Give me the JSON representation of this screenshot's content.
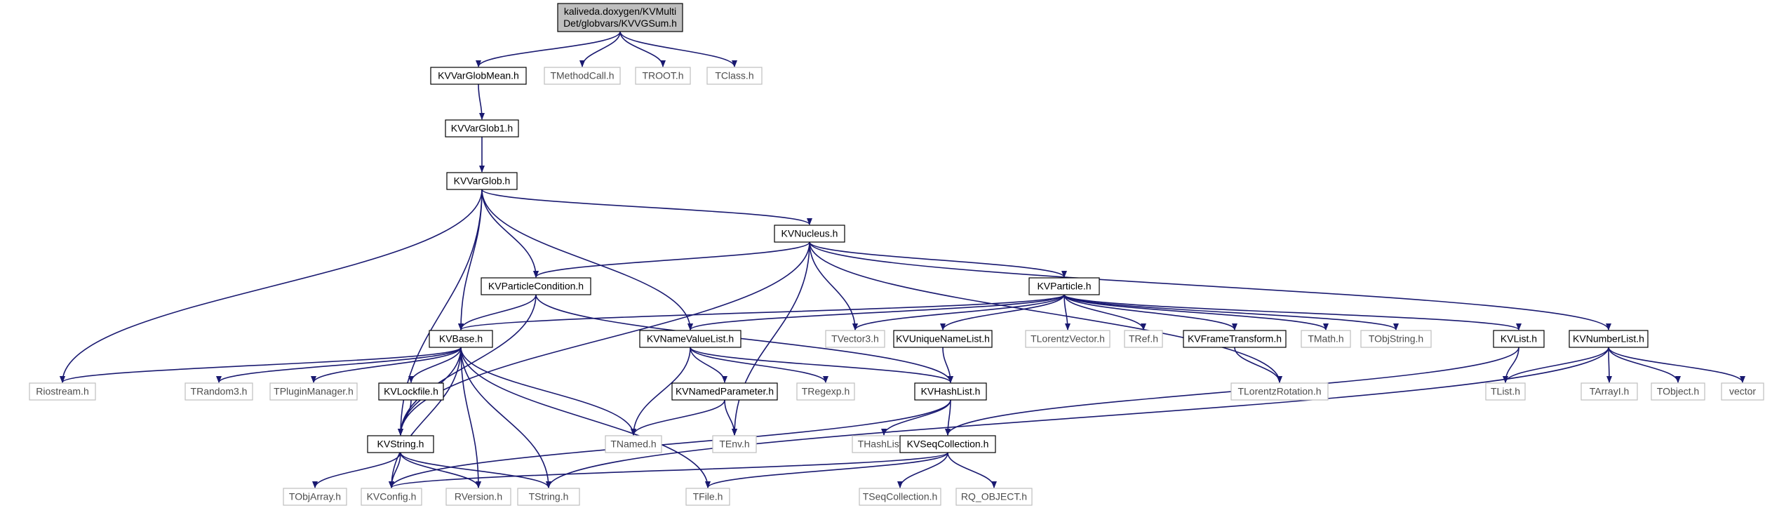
{
  "colors": {
    "edge": "#191970",
    "node_border": "#000000",
    "node_external_border": "#bfbfbf",
    "node_text": "#000000",
    "node_external_text": "#4d4d4d",
    "root_fill": "#bfbfbf",
    "node_fill": "#ffffff"
  },
  "nodes": [
    {
      "id": "root",
      "lines": [
        "kaliveda.doxygen/KVMulti",
        "Det/globvars/KVVGSum.h"
      ],
      "kind": "root"
    },
    {
      "id": "KVVarGlobMean",
      "lines": [
        "KVVarGlobMean.h"
      ],
      "kind": "doc"
    },
    {
      "id": "TMethodCall",
      "lines": [
        "TMethodCall.h"
      ],
      "kind": "ext"
    },
    {
      "id": "TROOT",
      "lines": [
        "TROOT.h"
      ],
      "kind": "ext"
    },
    {
      "id": "TClass",
      "lines": [
        "TClass.h"
      ],
      "kind": "ext"
    },
    {
      "id": "KVVarGlob1",
      "lines": [
        "KVVarGlob1.h"
      ],
      "kind": "doc"
    },
    {
      "id": "KVVarGlob",
      "lines": [
        "KVVarGlob.h"
      ],
      "kind": "doc"
    },
    {
      "id": "KVNucleus",
      "lines": [
        "KVNucleus.h"
      ],
      "kind": "doc"
    },
    {
      "id": "KVParticleCondition",
      "lines": [
        "KVParticleCondition.h"
      ],
      "kind": "doc"
    },
    {
      "id": "KVParticle",
      "lines": [
        "KVParticle.h"
      ],
      "kind": "doc"
    },
    {
      "id": "KVBase",
      "lines": [
        "KVBase.h"
      ],
      "kind": "doc"
    },
    {
      "id": "KVNameValueList",
      "lines": [
        "KVNameValueList.h"
      ],
      "kind": "doc"
    },
    {
      "id": "TVector3",
      "lines": [
        "TVector3.h"
      ],
      "kind": "ext"
    },
    {
      "id": "KVUniqueNameList",
      "lines": [
        "KVUniqueNameList.h"
      ],
      "kind": "doc"
    },
    {
      "id": "TLorentzVector",
      "lines": [
        "TLorentzVector.h"
      ],
      "kind": "ext"
    },
    {
      "id": "TRef",
      "lines": [
        "TRef.h"
      ],
      "kind": "ext"
    },
    {
      "id": "KVFrameTransform",
      "lines": [
        "KVFrameTransform.h"
      ],
      "kind": "doc"
    },
    {
      "id": "TMath",
      "lines": [
        "TMath.h"
      ],
      "kind": "ext"
    },
    {
      "id": "TObjString",
      "lines": [
        "TObjString.h"
      ],
      "kind": "ext"
    },
    {
      "id": "KVList",
      "lines": [
        "KVList.h"
      ],
      "kind": "doc"
    },
    {
      "id": "KVNumberList",
      "lines": [
        "KVNumberList.h"
      ],
      "kind": "doc"
    },
    {
      "id": "Riostream",
      "lines": [
        "Riostream.h"
      ],
      "kind": "ext"
    },
    {
      "id": "TRandom3",
      "lines": [
        "TRandom3.h"
      ],
      "kind": "ext"
    },
    {
      "id": "TPluginManager",
      "lines": [
        "TPluginManager.h"
      ],
      "kind": "ext"
    },
    {
      "id": "KVLockfile",
      "lines": [
        "KVLockfile.h"
      ],
      "kind": "doc"
    },
    {
      "id": "KVNamedParameter",
      "lines": [
        "KVNamedParameter.h"
      ],
      "kind": "doc"
    },
    {
      "id": "TRegexp",
      "lines": [
        "TRegexp.h"
      ],
      "kind": "ext"
    },
    {
      "id": "KVHashList",
      "lines": [
        "KVHashList.h"
      ],
      "kind": "doc"
    },
    {
      "id": "TLorentzRotation",
      "lines": [
        "TLorentzRotation.h"
      ],
      "kind": "ext"
    },
    {
      "id": "TList",
      "lines": [
        "TList.h"
      ],
      "kind": "ext"
    },
    {
      "id": "TArrayI",
      "lines": [
        "TArrayI.h"
      ],
      "kind": "ext"
    },
    {
      "id": "TObject",
      "lines": [
        "TObject.h"
      ],
      "kind": "ext"
    },
    {
      "id": "vector",
      "lines": [
        "vector"
      ],
      "kind": "ext"
    },
    {
      "id": "KVString",
      "lines": [
        "KVString.h"
      ],
      "kind": "doc"
    },
    {
      "id": "TNamed",
      "lines": [
        "TNamed.h"
      ],
      "kind": "ext"
    },
    {
      "id": "TEnv",
      "lines": [
        "TEnv.h"
      ],
      "kind": "ext"
    },
    {
      "id": "THashList",
      "lines": [
        "THashList.h"
      ],
      "kind": "ext"
    },
    {
      "id": "KVSeqCollection",
      "lines": [
        "KVSeqCollection.h"
      ],
      "kind": "doc"
    },
    {
      "id": "TObjArray",
      "lines": [
        "TObjArray.h"
      ],
      "kind": "ext"
    },
    {
      "id": "KVConfig",
      "lines": [
        "KVConfig.h"
      ],
      "kind": "ext"
    },
    {
      "id": "RVersion",
      "lines": [
        "RVersion.h"
      ],
      "kind": "ext"
    },
    {
      "id": "TString",
      "lines": [
        "TString.h"
      ],
      "kind": "ext"
    },
    {
      "id": "TFile",
      "lines": [
        "TFile.h"
      ],
      "kind": "ext"
    },
    {
      "id": "TSeqCollection",
      "lines": [
        "TSeqCollection.h"
      ],
      "kind": "ext"
    },
    {
      "id": "RQ_OBJECT",
      "lines": [
        "RQ_OBJECT.h"
      ],
      "kind": "ext"
    }
  ],
  "edges": [
    [
      "root",
      "KVVarGlobMean"
    ],
    [
      "root",
      "TMethodCall"
    ],
    [
      "root",
      "TROOT"
    ],
    [
      "root",
      "TClass"
    ],
    [
      "KVVarGlobMean",
      "KVVarGlob1"
    ],
    [
      "KVVarGlob1",
      "KVVarGlob"
    ],
    [
      "KVVarGlob",
      "KVNucleus"
    ],
    [
      "KVVarGlob",
      "KVParticleCondition"
    ],
    [
      "KVVarGlob",
      "KVBase"
    ],
    [
      "KVVarGlob",
      "KVNameValueList"
    ],
    [
      "KVVarGlob",
      "Riostream"
    ],
    [
      "KVVarGlob",
      "KVString"
    ],
    [
      "KVNucleus",
      "KVParticleCondition"
    ],
    [
      "KVNucleus",
      "KVParticle"
    ],
    [
      "KVNucleus",
      "TVector3"
    ],
    [
      "KVNucleus",
      "TLorentzRotation"
    ],
    [
      "KVNucleus",
      "KVNumberList"
    ],
    [
      "KVNucleus",
      "KVString"
    ],
    [
      "KVNucleus",
      "TEnv"
    ],
    [
      "KVParticleCondition",
      "KVBase"
    ],
    [
      "KVParticleCondition",
      "KVHashList"
    ],
    [
      "KVParticleCondition",
      "KVString"
    ],
    [
      "KVParticle",
      "KVBase"
    ],
    [
      "KVParticle",
      "KVNameValueList"
    ],
    [
      "KVParticle",
      "TVector3"
    ],
    [
      "KVParticle",
      "KVUniqueNameList"
    ],
    [
      "KVParticle",
      "TLorentzVector"
    ],
    [
      "KVParticle",
      "TRef"
    ],
    [
      "KVParticle",
      "KVFrameTransform"
    ],
    [
      "KVParticle",
      "TMath"
    ],
    [
      "KVParticle",
      "TObjString"
    ],
    [
      "KVParticle",
      "KVList"
    ],
    [
      "KVBase",
      "Riostream"
    ],
    [
      "KVBase",
      "TRandom3"
    ],
    [
      "KVBase",
      "TPluginManager"
    ],
    [
      "KVBase",
      "KVLockfile"
    ],
    [
      "KVBase",
      "TNamed"
    ],
    [
      "KVBase",
      "TString"
    ],
    [
      "KVBase",
      "RVersion"
    ],
    [
      "KVBase",
      "TFile"
    ],
    [
      "KVBase",
      "KVConfig"
    ],
    [
      "KVBase",
      "KVString"
    ],
    [
      "KVNameValueList",
      "KVNamedParameter"
    ],
    [
      "KVNameValueList",
      "TRegexp"
    ],
    [
      "KVNameValueList",
      "KVHashList"
    ],
    [
      "KVNameValueList",
      "TNamed"
    ],
    [
      "KVUniqueNameList",
      "KVHashList"
    ],
    [
      "KVFrameTransform",
      "TLorentzRotation"
    ],
    [
      "KVList",
      "TList"
    ],
    [
      "KVList",
      "KVSeqCollection"
    ],
    [
      "KVNumberList",
      "TList"
    ],
    [
      "KVNumberList",
      "TArrayI"
    ],
    [
      "KVNumberList",
      "TObject"
    ],
    [
      "KVNumberList",
      "vector"
    ],
    [
      "KVNumberList",
      "TString"
    ],
    [
      "KVLockfile",
      "KVString"
    ],
    [
      "KVNamedParameter",
      "TNamed"
    ],
    [
      "KVNamedParameter",
      "TEnv"
    ],
    [
      "KVHashList",
      "THashList"
    ],
    [
      "KVHashList",
      "KVSeqCollection"
    ],
    [
      "KVHashList",
      "KVConfig"
    ],
    [
      "KVString",
      "TObjArray"
    ],
    [
      "KVString",
      "KVConfig"
    ],
    [
      "KVString",
      "RVersion"
    ],
    [
      "KVString",
      "TString"
    ],
    [
      "KVSeqCollection",
      "KVConfig"
    ],
    [
      "KVSeqCollection",
      "TFile"
    ],
    [
      "KVSeqCollection",
      "TSeqCollection"
    ],
    [
      "KVSeqCollection",
      "RQ_OBJECT"
    ]
  ]
}
